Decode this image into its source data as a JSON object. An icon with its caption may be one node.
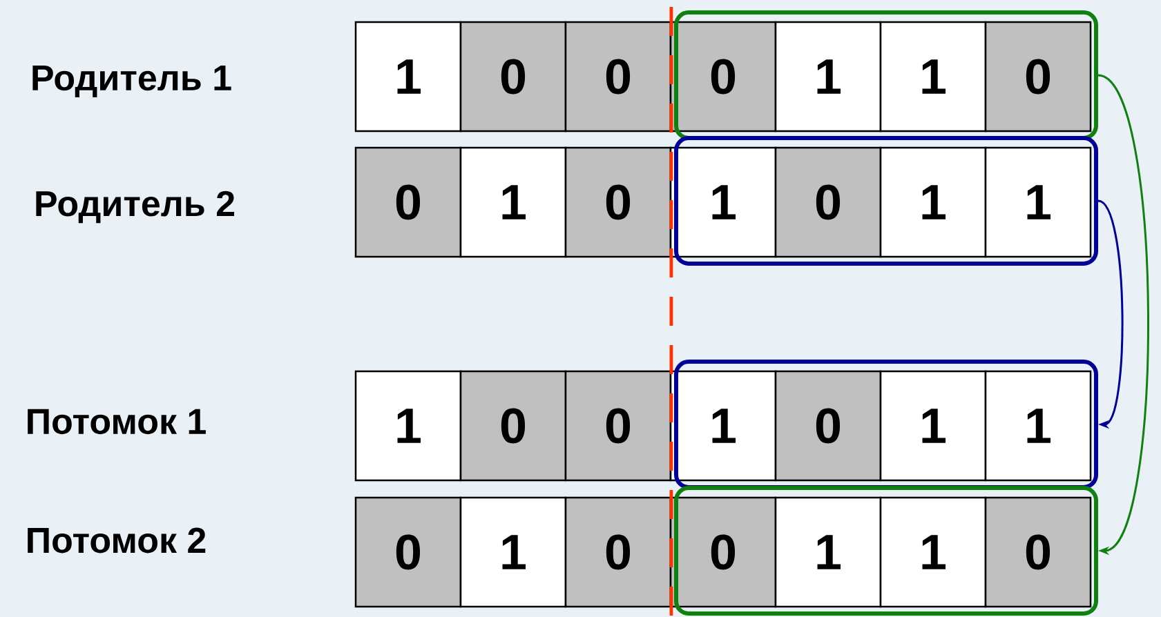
{
  "diagram": {
    "nodes": [
      {
        "text": [
          "1"
        ]
      },
      {
        "text": [
          "0"
        ]
      },
      {
        "text": [
          "0"
        ]
      },
      {
        "text": [],
        "shape": "box"
      },
      {
        "text": [
          "0"
        ],
        "in": 3
      },
      {
        "text": [
          "1"
        ],
        "in": 3
      },
      {
        "text": [
          "1"
        ],
        "in": 3
      },
      {
        "text": [
          "0"
        ],
        "in": 3
      },
      {
        "text": [
          "0"
        ]
      },
      {
        "text": [
          "1"
        ]
      },
      {
        "text": [
          "0"
        ]
      },
      {
        "text": [],
        "shape": "box"
      },
      {
        "text": [
          "1"
        ],
        "in": 11
      },
      {
        "text": [
          "0"
        ],
        "in": 11
      },
      {
        "text": [
          "1"
        ],
        "in": 11
      },
      {
        "text": [
          "1"
        ],
        "in": 11
      },
      {
        "text": [
          "1"
        ]
      },
      {
        "text": [
          "0"
        ]
      },
      {
        "text": [
          "0"
        ]
      },
      {
        "text": [],
        "shape": "box"
      },
      {
        "text": [
          "1"
        ],
        "in": 19
      },
      {
        "text": [
          "0"
        ],
        "in": 19
      },
      {
        "text": [
          "1"
        ],
        "in": 19
      },
      {
        "text": [
          "1"
        ],
        "in": 19
      },
      {
        "text": [
          "0"
        ]
      },
      {
        "text": [
          "1"
        ]
      },
      {
        "text": [
          "0"
        ]
      },
      {
        "text": [],
        "shape": "box"
      },
      {
        "text": [
          "0"
        ],
        "in": 27
      },
      {
        "text": [
          "1"
        ],
        "in": 27
      },
      {
        "text": [
          "1"
        ],
        "in": 27
      },
      {
        "text": [
          "0"
        ],
        "in": 27
      }
    ],
    "edges": [
      {
        "from": 3,
        "to": 27,
        "arrow": "to",
        "color": "#108010"
      },
      {
        "from": 11,
        "to": 19,
        "arrow": "to",
        "color": "#000099"
      }
    ],
    "labels": [
      "Родитель 1",
      "Родитель 2",
      "Потомок 1",
      "Потомок 2"
    ]
  }
}
